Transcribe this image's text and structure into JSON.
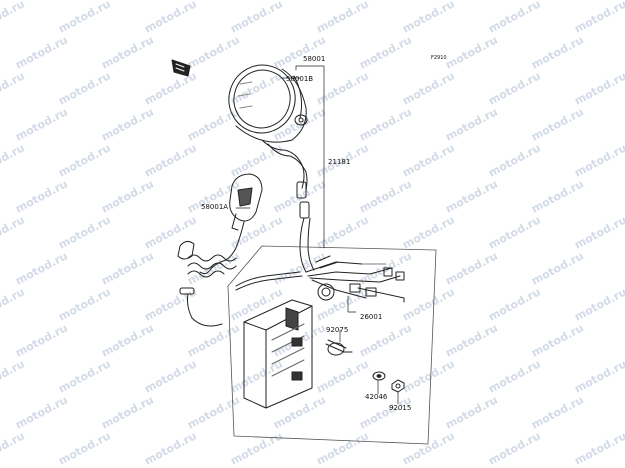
{
  "diagram": {
    "figure_code": "F2910",
    "watermark": "motod.ru",
    "part_labels": [
      "58001",
      "58001B",
      "21181",
      "58001A",
      "26001",
      "92075",
      "42046",
      "92015"
    ]
  },
  "colors": {
    "line": "#222222",
    "watermark": "#d3dbe7"
  },
  "icons": [
    "front-arrow-icon"
  ]
}
